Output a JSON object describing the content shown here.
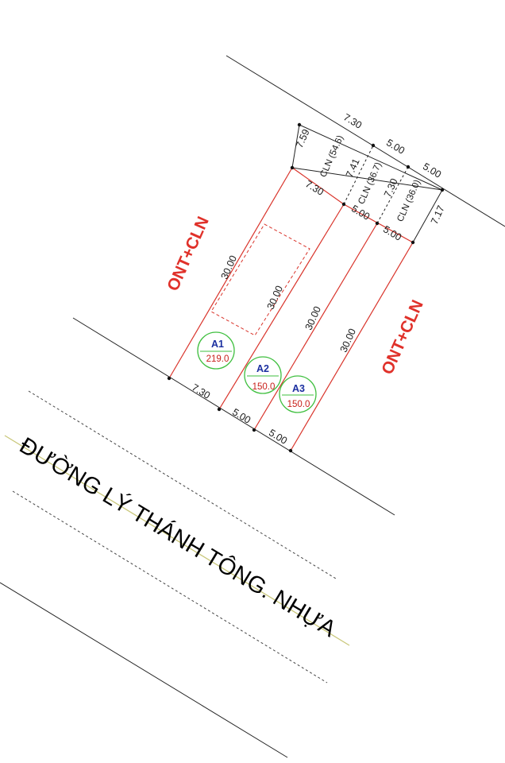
{
  "colors": {
    "zone_text": "#e0312a",
    "lot_line": "#d9342b",
    "lot_id": "#1b2fa0",
    "lot_area": "#c8201a",
    "circle": "#3fbf3f",
    "black_line": "#222222",
    "road_centerline": "#c9c77a"
  },
  "zones": {
    "left": "ONT+CLN",
    "right": "ONT+CLN"
  },
  "road_name": "ĐƯỜNG LÝ THÁNH TÔNG. NHỰA",
  "lots": [
    {
      "id": "A1",
      "area": "219.0"
    },
    {
      "id": "A2",
      "area": "150.0"
    },
    {
      "id": "A3",
      "area": "150.0"
    }
  ],
  "dimensions": {
    "top_a1": "7.30",
    "top_a2": "5.00",
    "top_a3": "5.00",
    "mid_a1": "7.30",
    "mid_a2": "5.00",
    "mid_a3": "5.00",
    "bottom_a1": "7.30",
    "bottom_a2": "5.00",
    "bottom_a3": "5.00",
    "side_1": "7.59",
    "side_2": "7.41",
    "side_3": "7.30",
    "side_4": "7.17",
    "depth_a1": "30.00",
    "depth_inner": "30.00",
    "depth_a2": "30.00",
    "depth_a3": "30.00"
  },
  "cln_strips": [
    "CLN (54.6)",
    "CLN (36.7)",
    "CLN (36.0)"
  ]
}
